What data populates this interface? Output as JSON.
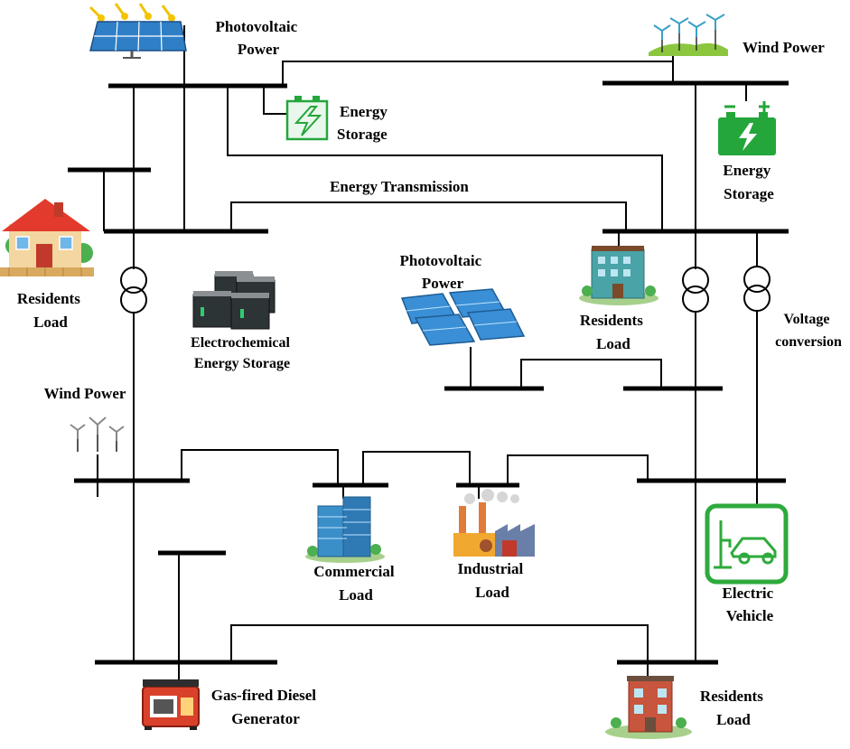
{
  "labels": {
    "pv_top": [
      "Photovoltaic",
      "Power"
    ],
    "wind_top": [
      "Wind Power"
    ],
    "storage_top_left": [
      "Energy",
      "Storage"
    ],
    "storage_top_right": [
      "Energy",
      "Storage"
    ],
    "energy_transmission": [
      "Energy Transmission"
    ],
    "residents_left": [
      "Residents",
      "Load"
    ],
    "electrochemical": [
      "Electrochemical",
      "Energy Storage"
    ],
    "pv_center": [
      "Photovoltaic",
      "Power"
    ],
    "residents_center": [
      "Residents",
      "Load"
    ],
    "voltage_conversion": [
      "Voltage",
      "conversion"
    ],
    "wind_left": [
      "Wind Power"
    ],
    "commercial": [
      "Commercial",
      "Load"
    ],
    "industrial": [
      "Industrial",
      "Load"
    ],
    "ev": [
      "Electric",
      "Vehicle"
    ],
    "generator": [
      "Gas-fired Diesel",
      "Generator"
    ],
    "residents_bottom": [
      "Residents",
      "Load"
    ]
  },
  "colors": {
    "line": "#000000",
    "ev_green": "#2eaa3c",
    "storage_green": "#24a63b",
    "pv_blue": "#2f7fc6",
    "wind_green": "#8cc63f",
    "house_red": "#e23a2c",
    "generator_red": "#d9412b"
  },
  "icons": {
    "pv_top": "solar-panel-icon",
    "wind_top": "wind-turbine-icon",
    "storage_top_left": "battery-outline-icon",
    "storage_top_right": "battery-icon",
    "residents_left": "house-icon",
    "electrochemical": "battery-bank-icon",
    "pv_center": "solar-array-icon",
    "residents_center": "apartment-building-icon",
    "wind_left": "wind-turbine-icon",
    "commercial": "office-building-icon",
    "industrial": "factory-icon",
    "ev": "ev-charging-icon",
    "generator": "generator-icon",
    "residents_bottom": "townhouse-icon"
  }
}
